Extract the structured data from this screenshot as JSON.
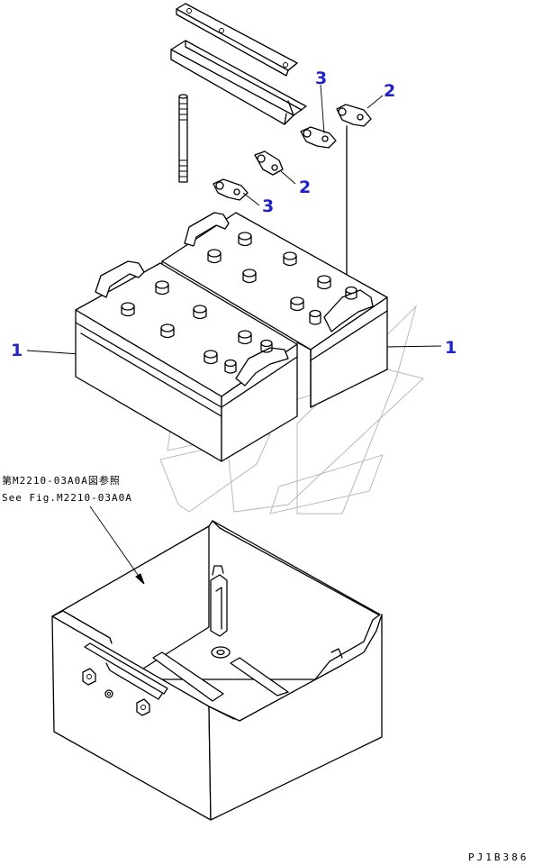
{
  "callouts": {
    "left_1": "1",
    "right_1": "1",
    "top_3": "3",
    "top_2": "2",
    "mid_2": "2",
    "mid_3": "3"
  },
  "reference": {
    "jp": "第M2210-03A0A図参照",
    "en": "See Fig.M2210-03A0A"
  },
  "drawing_code": "PJ1B386",
  "colors": {
    "callout": "#1f22c8",
    "line": "#000000",
    "watermark": "#b9b9b9"
  }
}
